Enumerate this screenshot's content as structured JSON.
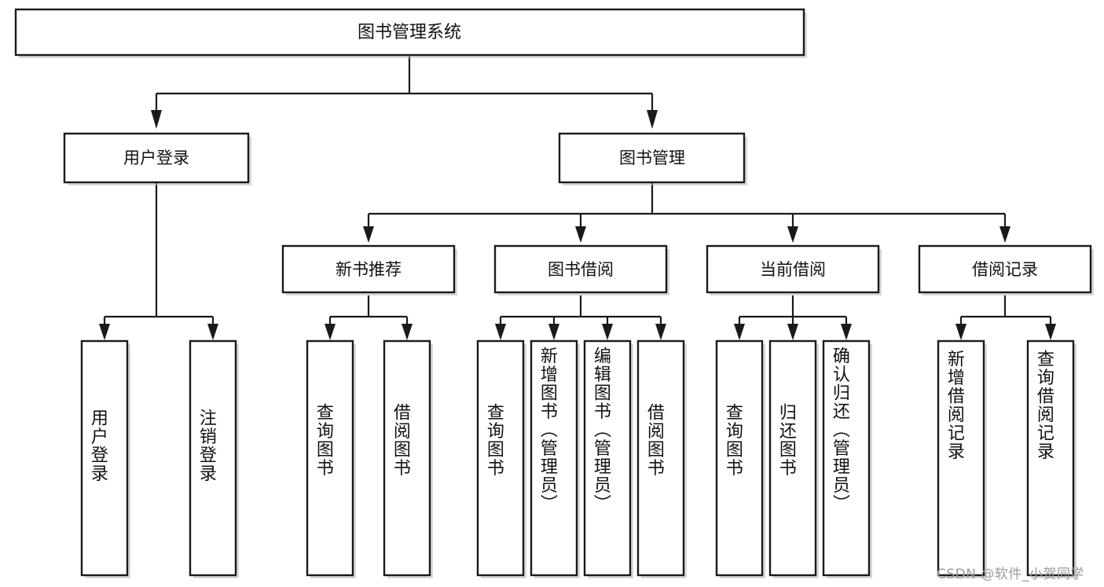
{
  "diagram": {
    "title": "图书管理系统",
    "type": "tree",
    "orientation": "top-down",
    "watermark": "CSDN @软件_小贺同学",
    "colors": {
      "box_stroke": "#1a1a1a",
      "box_fill": "#ffffff",
      "connector": "#1a1a1a",
      "text": "#111111",
      "watermark": "#9a9a9a",
      "background": "#ffffff"
    },
    "root": {
      "id": "root",
      "label": "图书管理系统"
    },
    "level1": [
      {
        "id": "user-login",
        "label": "用户登录"
      },
      {
        "id": "book-management",
        "label": "图书管理"
      }
    ],
    "level2": [
      {
        "id": "new-book-recommend",
        "label": "新书推荐",
        "parent": "book-management"
      },
      {
        "id": "book-borrow",
        "label": "图书借阅",
        "parent": "book-management"
      },
      {
        "id": "current-borrow",
        "label": "当前借阅",
        "parent": "book-management"
      },
      {
        "id": "borrow-record",
        "label": "借阅记录",
        "parent": "book-management"
      }
    ],
    "leaves": [
      {
        "id": "leaf-user-login",
        "label": "用户登录",
        "parent": "user-login"
      },
      {
        "id": "leaf-user-logout",
        "label": "注销登录",
        "parent": "user-login"
      },
      {
        "id": "leaf-query-book-1",
        "label": "查询图书",
        "parent": "new-book-recommend"
      },
      {
        "id": "leaf-borrow-book-1",
        "label": "借阅图书",
        "parent": "new-book-recommend"
      },
      {
        "id": "leaf-query-book-2",
        "label": "查询图书",
        "parent": "book-borrow"
      },
      {
        "id": "leaf-add-book",
        "label": "新增图书（管理员）",
        "parent": "book-borrow"
      },
      {
        "id": "leaf-edit-book",
        "label": "编辑图书（管理员）",
        "parent": "book-borrow"
      },
      {
        "id": "leaf-borrow-book-2",
        "label": "借阅图书",
        "parent": "book-borrow"
      },
      {
        "id": "leaf-query-book-3",
        "label": "查询图书",
        "parent": "current-borrow"
      },
      {
        "id": "leaf-return-book",
        "label": "归还图书",
        "parent": "current-borrow"
      },
      {
        "id": "leaf-confirm-return",
        "label": "确认归还（管理员）",
        "parent": "current-borrow"
      },
      {
        "id": "leaf-add-record",
        "label": "新增借阅记录",
        "parent": "borrow-record"
      },
      {
        "id": "leaf-query-record",
        "label": "查询借阅记录",
        "parent": "borrow-record"
      }
    ]
  }
}
